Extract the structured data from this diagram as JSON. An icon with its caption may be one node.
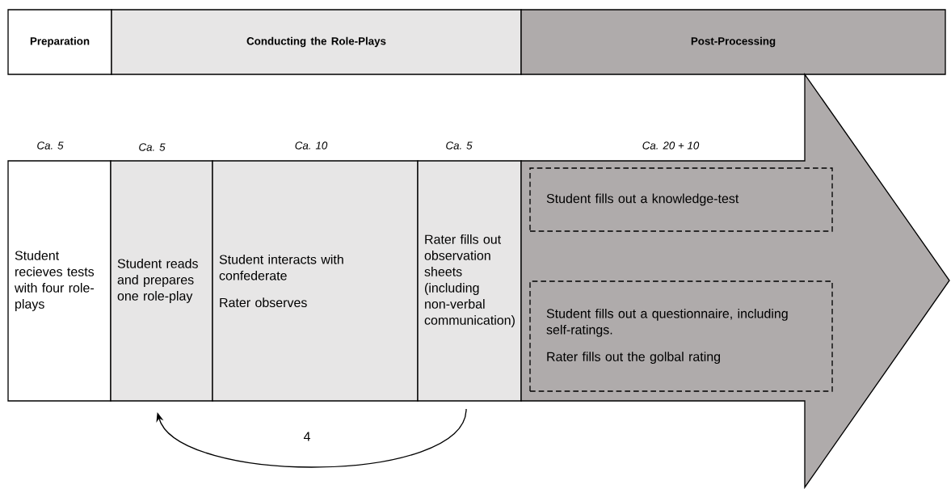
{
  "diagram": {
    "nodes": [
      {
        "text": [
          "Preparation"
        ]
      },
      {
        "text": [
          "Conducting the Role-Plays"
        ]
      },
      {
        "text": [
          "Post-Processing"
        ]
      },
      {
        "text": [
          "Student recieves tests with four role-plays"
        ],
        "beside": [
          "Ca. 5"
        ]
      },
      {
        "text": [
          "Student reads and prepares one role-play"
        ],
        "beside": [
          "Ca. 5"
        ]
      },
      {
        "text": [
          "Student interacts with confederate",
          "Rater observes"
        ],
        "beside": [
          "Ca. 10"
        ]
      },
      {
        "text": [
          "Rater fills out observation sheets (including non-verbal communication)"
        ],
        "beside": [
          "Ca. 5"
        ]
      },
      {
        "text": [],
        "shape": "arrow",
        "beside": [
          "Ca. 20 + 10"
        ]
      },
      {
        "text": [
          "Student fills out a knowledge-test"
        ],
        "in": 7
      },
      {
        "text": [
          "Student fills out a questionnaire, including self-ratings.",
          "Rater fills out the golbal rating"
        ],
        "in": 7
      }
    ],
    "edges": [
      {
        "from": 6,
        "to": 4,
        "arrow": "to",
        "label": "4"
      }
    ]
  }
}
